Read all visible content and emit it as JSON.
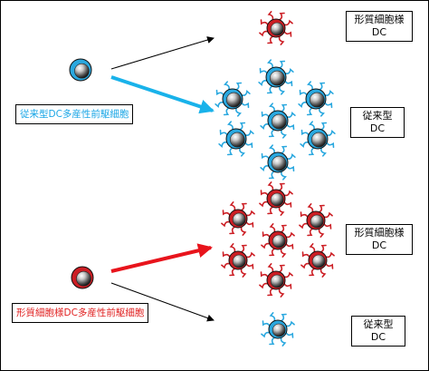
{
  "precursors": {
    "conventional": {
      "label": "従来型DC多産性前駆細胞",
      "color": "#1aa6e6"
    },
    "plasmacytoid": {
      "label": "形質細胞様DC多産性前駆細胞",
      "color": "#e01e1e"
    }
  },
  "outputs": {
    "pdc_top": {
      "line1": "形質細胞様",
      "line2": "DC"
    },
    "cdc_mid": {
      "line1": "従来型",
      "line2": "DC"
    },
    "pdc_mid": {
      "line1": "形質細胞様",
      "line2": "DC"
    },
    "cdc_bottom": {
      "line1": "従来型",
      "line2": "DC"
    }
  },
  "colors": {
    "conventional": "#2aa8df",
    "plasmacytoid": "#cc1e24",
    "arrow_blue": "#19b2ea",
    "arrow_red": "#e8141c"
  }
}
